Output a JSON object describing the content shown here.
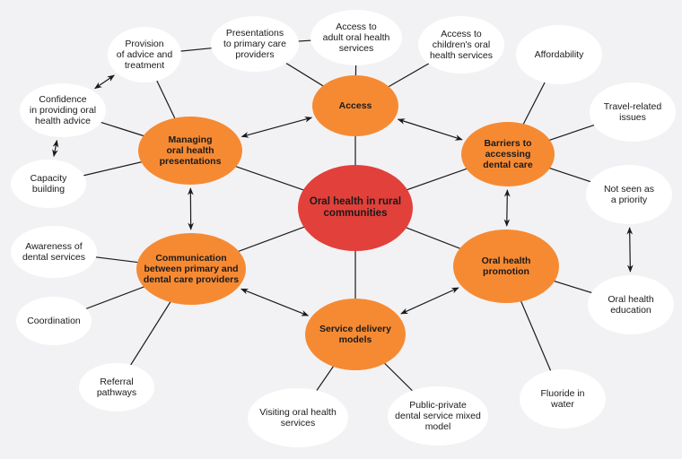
{
  "title": "Oral health in rural communities",
  "colors": {
    "background": "#f2f2f4",
    "core": "#e2403a",
    "hub": "#f68a33",
    "leaf": "#ffffff",
    "line": "#1a1a1a"
  },
  "nodes": {
    "core": {
      "label": "Oral health in rural\ncommunities"
    },
    "access": {
      "label": "Access"
    },
    "barriers": {
      "label": "Barriers to\naccessing\ndental care"
    },
    "promotion": {
      "label": "Oral health\npromotion"
    },
    "service": {
      "label": "Service delivery\nmodels"
    },
    "communication": {
      "label": "Communication\nbetween primary and\ndental care providers"
    },
    "managing": {
      "label": "Managing\noral health\npresentations"
    },
    "adult_access": {
      "label": "Access to\nadult oral health\nservices"
    },
    "children_access": {
      "label": "Access to\nchildren's oral\nhealth services"
    },
    "presentations_primary": {
      "label": "Presentations\nto primary care\nproviders"
    },
    "affordability": {
      "label": "Affordability"
    },
    "travel": {
      "label": "Travel-related\nissues"
    },
    "not_priority": {
      "label": "Not seen as\na priority"
    },
    "oh_education": {
      "label": "Oral health\neducation"
    },
    "fluoride": {
      "label": "Fluoride in\nwater"
    },
    "public_private": {
      "label": "Public-private\ndental service mixed\nmodel"
    },
    "visiting": {
      "label": "Visiting oral health\nservices"
    },
    "referral": {
      "label": "Referral\npathways"
    },
    "coordination": {
      "label": "Coordination"
    },
    "awareness": {
      "label": "Awareness of\ndental services"
    },
    "capacity": {
      "label": "Capacity\nbuilding"
    },
    "confidence": {
      "label": "Confidence\nin providing oral\nhealth advice"
    },
    "provision": {
      "label": "Provision\nof advice and\ntreatment"
    }
  },
  "edges": [
    {
      "from": "core",
      "to": "access",
      "type": "line"
    },
    {
      "from": "core",
      "to": "barriers",
      "type": "line"
    },
    {
      "from": "core",
      "to": "promotion",
      "type": "line"
    },
    {
      "from": "core",
      "to": "service",
      "type": "line"
    },
    {
      "from": "core",
      "to": "communication",
      "type": "line"
    },
    {
      "from": "core",
      "to": "managing",
      "type": "line"
    },
    {
      "from": "access",
      "to": "adult_access",
      "type": "line"
    },
    {
      "from": "access",
      "to": "children_access",
      "type": "line"
    },
    {
      "from": "access",
      "to": "presentations_primary",
      "type": "line"
    },
    {
      "from": "barriers",
      "to": "affordability",
      "type": "line"
    },
    {
      "from": "barriers",
      "to": "travel",
      "type": "line"
    },
    {
      "from": "barriers",
      "to": "not_priority",
      "type": "line"
    },
    {
      "from": "promotion",
      "to": "oh_education",
      "type": "line"
    },
    {
      "from": "promotion",
      "to": "fluoride",
      "type": "line"
    },
    {
      "from": "service",
      "to": "public_private",
      "type": "line"
    },
    {
      "from": "service",
      "to": "visiting",
      "type": "line"
    },
    {
      "from": "communication",
      "to": "referral",
      "type": "line"
    },
    {
      "from": "communication",
      "to": "coordination",
      "type": "line"
    },
    {
      "from": "communication",
      "to": "awareness",
      "type": "line"
    },
    {
      "from": "managing",
      "to": "capacity",
      "type": "line"
    },
    {
      "from": "managing",
      "to": "confidence",
      "type": "line"
    },
    {
      "from": "managing",
      "to": "provision",
      "type": "line"
    },
    {
      "from": "provision",
      "to": "presentations_primary",
      "type": "line"
    },
    {
      "from": "presentations_primary",
      "to": "adult_access",
      "type": "line"
    },
    {
      "from": "access",
      "to": "barriers",
      "type": "bidirectional"
    },
    {
      "from": "barriers",
      "to": "promotion",
      "type": "bidirectional"
    },
    {
      "from": "promotion",
      "to": "service",
      "type": "bidirectional"
    },
    {
      "from": "service",
      "to": "communication",
      "type": "bidirectional"
    },
    {
      "from": "communication",
      "to": "managing",
      "type": "bidirectional"
    },
    {
      "from": "managing",
      "to": "access",
      "type": "bidirectional"
    },
    {
      "from": "confidence",
      "to": "provision",
      "type": "bidirectional"
    },
    {
      "from": "confidence",
      "to": "capacity",
      "type": "bidirectional"
    },
    {
      "from": "not_priority",
      "to": "oh_education",
      "type": "bidirectional"
    }
  ]
}
